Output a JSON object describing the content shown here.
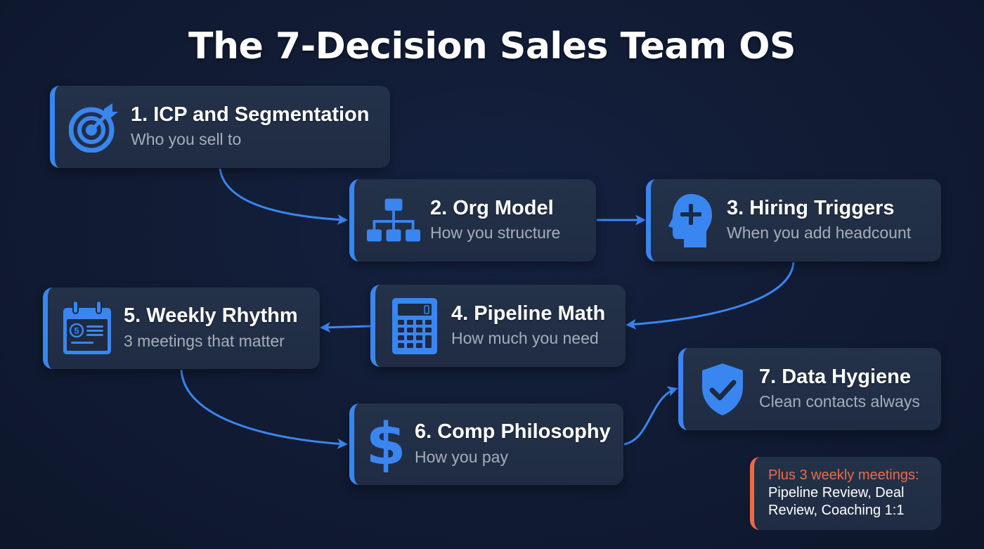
{
  "title": "The 7-Decision Sales Team OS",
  "colors": {
    "background": "#111b33",
    "card": "#222f46",
    "accent": "#3a86f0",
    "highlight": "#f0694a",
    "subtext": "#a6adb9"
  },
  "decisions": [
    {
      "number": 1,
      "heading": "1. ICP and Segmentation",
      "subtitle": "Who you sell to",
      "icon": "target-icon"
    },
    {
      "number": 2,
      "heading": "2. Org Model",
      "subtitle": "How you structure",
      "icon": "org-chart-icon"
    },
    {
      "number": 3,
      "heading": "3. Hiring Triggers",
      "subtitle": "When you add headcount",
      "icon": "head-plus-icon"
    },
    {
      "number": 4,
      "heading": "4. Pipeline Math",
      "subtitle": "How much you need",
      "icon": "calculator-icon"
    },
    {
      "number": 5,
      "heading": "5. Weekly Rhythm",
      "subtitle": "3 meetings that matter",
      "icon": "calendar-icon"
    },
    {
      "number": 6,
      "heading": "6. Comp Philosophy",
      "subtitle": "How you pay",
      "icon": "dollar-icon"
    },
    {
      "number": 7,
      "heading": "7. Data Hygiene",
      "subtitle": "Clean contacts always",
      "icon": "shield-check-icon"
    }
  ],
  "flow": [
    "1→2",
    "2→3",
    "3→4",
    "4→5",
    "5→6",
    "6→7"
  ],
  "note": {
    "heading": "Plus 3 weekly meetings:",
    "body": "Pipeline Review, Deal Review, Coaching 1:1"
  }
}
